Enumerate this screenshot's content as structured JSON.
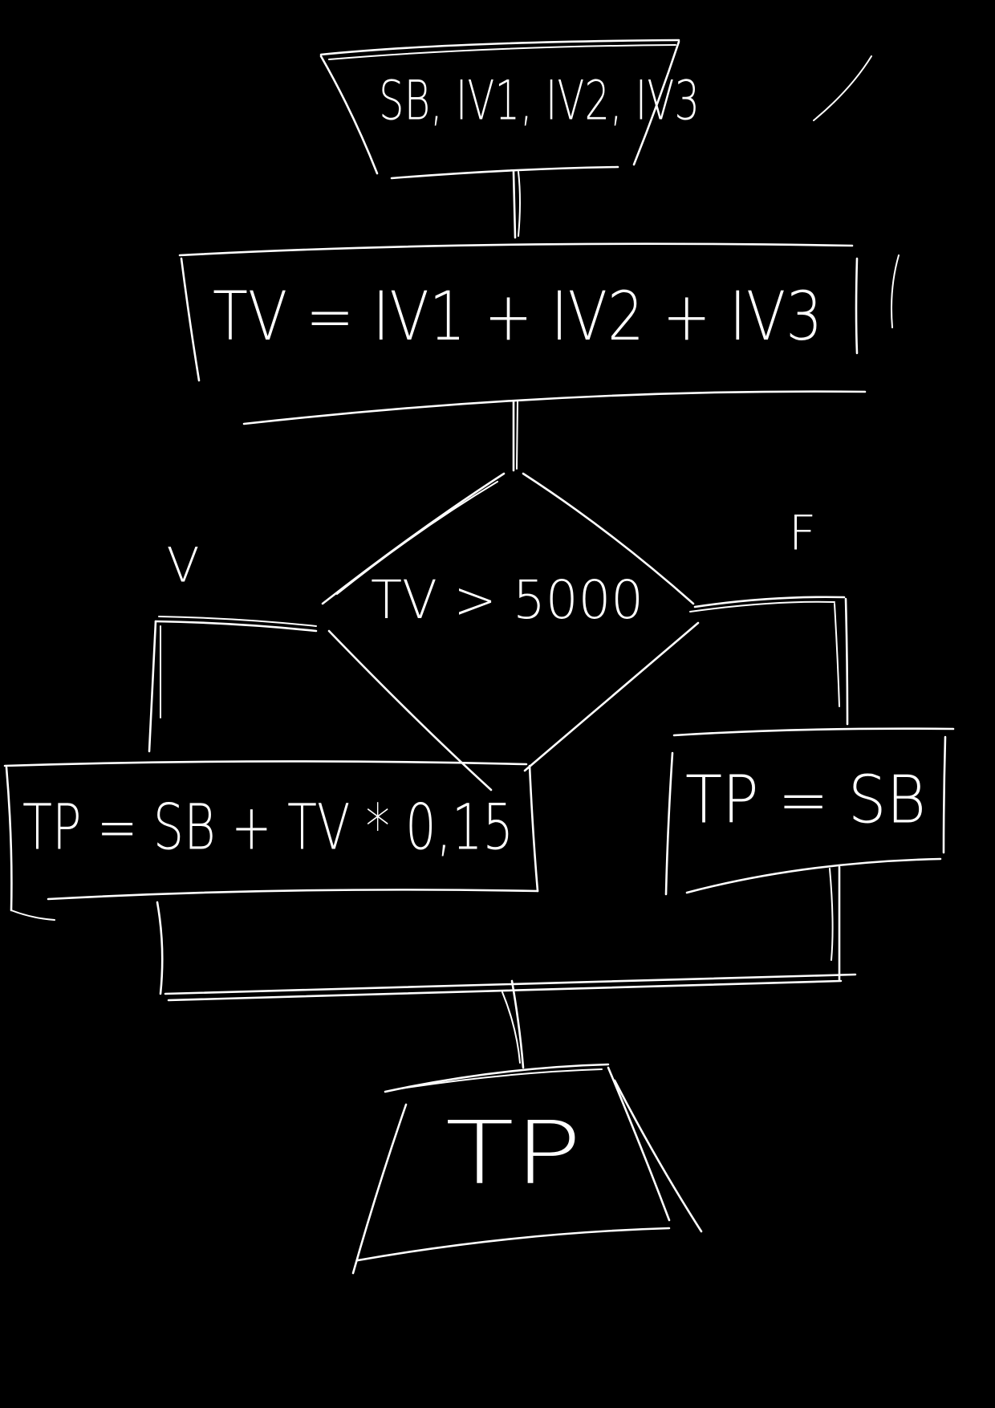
{
  "flowchart": {
    "input_text": "SB, IV1, IV2, IV3",
    "process_text": "TV = IV1 + IV2 + IV3",
    "decision_text": "TV > 5000",
    "true_label": "V",
    "false_label": "F",
    "true_branch_text": "TP = SB + TV * 0,15",
    "false_branch_text": "TP = SB",
    "output_text": "TP"
  }
}
